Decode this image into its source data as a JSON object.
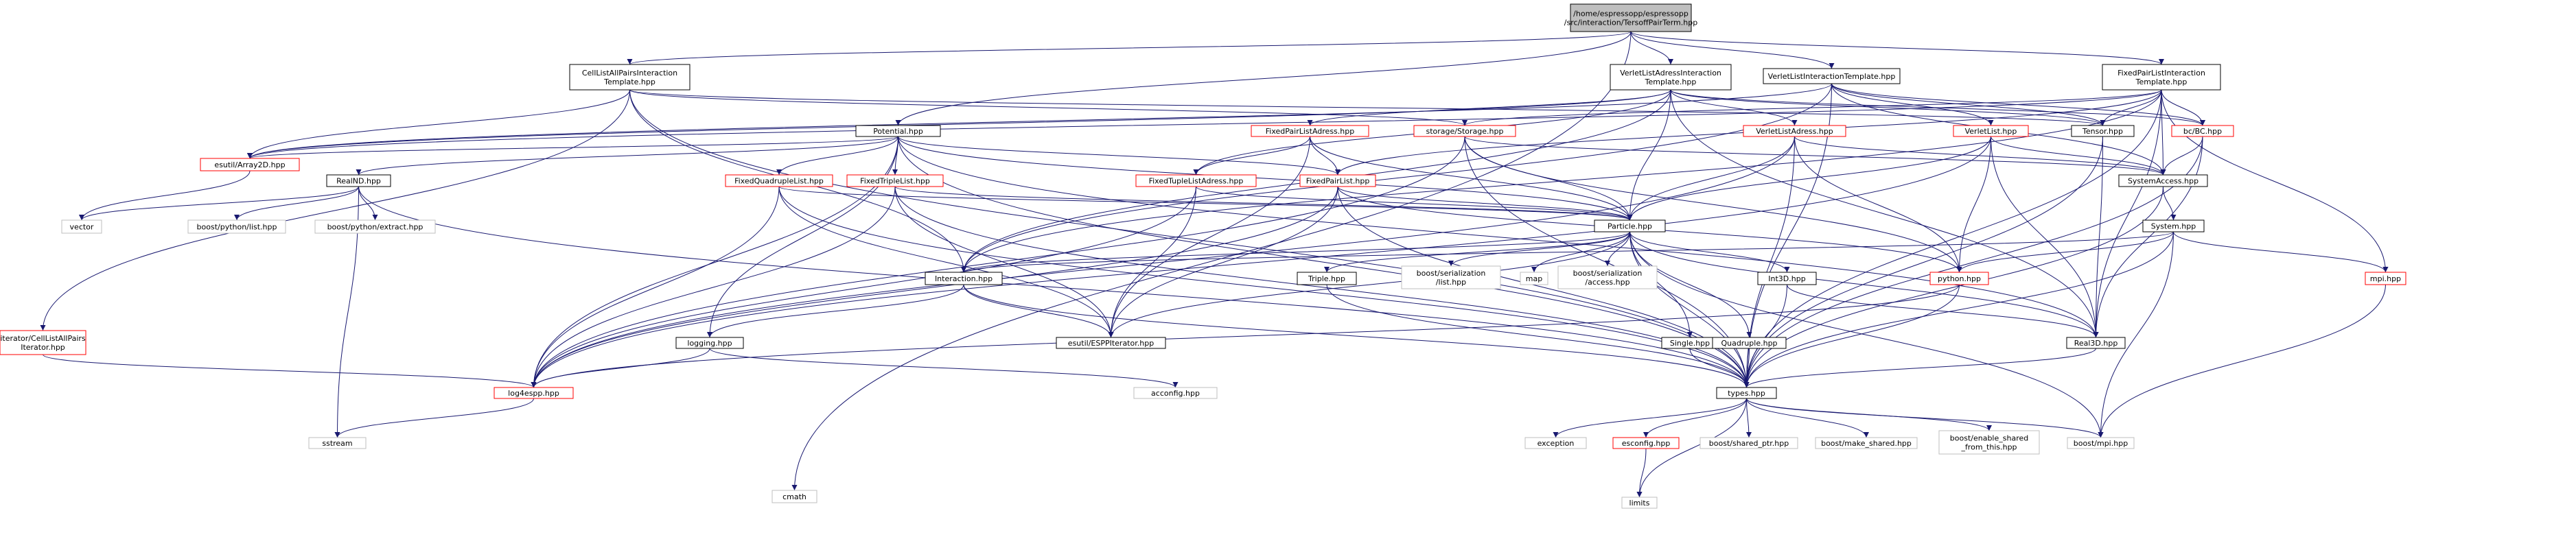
{
  "diagram": {
    "root": "/home/espressopp/espressopp/src/interaction/TersoffPairTerm.hpp",
    "colors": {
      "root_fill": "#bfbfbf",
      "node_fill": "#ffffff",
      "border_black": "#000000",
      "border_red": "#ff0000",
      "border_grey": "#bfbfbf",
      "edge": "#191970"
    },
    "nodes": [
      {
        "id": "root",
        "lines": [
          "/home/espressopp/espressopp",
          "/src/interaction/TersoffPairTerm.hpp"
        ],
        "style": "root"
      },
      {
        "id": "celllist",
        "lines": [
          "CellListAllPairsInteraction",
          "Template.hpp"
        ],
        "style": "black"
      },
      {
        "id": "vladress",
        "lines": [
          "VerletListAdressInteraction",
          "Template.hpp"
        ],
        "style": "black"
      },
      {
        "id": "vlinter",
        "lines": [
          "VerletListInteractionTemplate.hpp"
        ],
        "style": "black"
      },
      {
        "id": "fplinter",
        "lines": [
          "FixedPairListInteraction",
          "Template.hpp"
        ],
        "style": "black"
      },
      {
        "id": "potential",
        "lines": [
          "Potential.hpp"
        ],
        "style": "black"
      },
      {
        "id": "fpladress",
        "lines": [
          "FixedPairListAdress.hpp"
        ],
        "style": "red"
      },
      {
        "id": "storage",
        "lines": [
          "storage/Storage.hpp"
        ],
        "style": "red"
      },
      {
        "id": "vladresshpp",
        "lines": [
          "VerletListAdress.hpp"
        ],
        "style": "red"
      },
      {
        "id": "verletlist",
        "lines": [
          "VerletList.hpp"
        ],
        "style": "red"
      },
      {
        "id": "tensor",
        "lines": [
          "Tensor.hpp"
        ],
        "style": "black"
      },
      {
        "id": "bc",
        "lines": [
          "bc/BC.hpp"
        ],
        "style": "red"
      },
      {
        "id": "array2d",
        "lines": [
          "esutil/Array2D.hpp"
        ],
        "style": "red"
      },
      {
        "id": "realnd",
        "lines": [
          "RealND.hpp"
        ],
        "style": "black"
      },
      {
        "id": "fql",
        "lines": [
          "FixedQuadrupleList.hpp"
        ],
        "style": "red"
      },
      {
        "id": "ftl",
        "lines": [
          "FixedTripleList.hpp"
        ],
        "style": "red"
      },
      {
        "id": "ftla",
        "lines": [
          "FixedTupleListAdress.hpp"
        ],
        "style": "red"
      },
      {
        "id": "fpl",
        "lines": [
          "FixedPairList.hpp"
        ],
        "style": "red"
      },
      {
        "id": "sysaccess",
        "lines": [
          "SystemAccess.hpp"
        ],
        "style": "black"
      },
      {
        "id": "vector",
        "lines": [
          "vector"
        ],
        "style": "grey"
      },
      {
        "id": "bplist",
        "lines": [
          "boost/python/list.hpp"
        ],
        "style": "grey"
      },
      {
        "id": "bpextract",
        "lines": [
          "boost/python/extract.hpp"
        ],
        "style": "grey"
      },
      {
        "id": "particle",
        "lines": [
          "Particle.hpp"
        ],
        "style": "black"
      },
      {
        "id": "system",
        "lines": [
          "System.hpp"
        ],
        "style": "black"
      },
      {
        "id": "interaction",
        "lines": [
          "Interaction.hpp"
        ],
        "style": "black"
      },
      {
        "id": "triple",
        "lines": [
          "Triple.hpp"
        ],
        "style": "black"
      },
      {
        "id": "bslist",
        "lines": [
          "boost/serialization",
          "/list.hpp"
        ],
        "style": "grey"
      },
      {
        "id": "map",
        "lines": [
          "map"
        ],
        "style": "grey"
      },
      {
        "id": "bsaccess",
        "lines": [
          "boost/serialization",
          "/access.hpp"
        ],
        "style": "grey"
      },
      {
        "id": "int3d",
        "lines": [
          "Int3D.hpp"
        ],
        "style": "black"
      },
      {
        "id": "python",
        "lines": [
          "python.hpp"
        ],
        "style": "red"
      },
      {
        "id": "mpi",
        "lines": [
          "mpi.hpp"
        ],
        "style": "red"
      },
      {
        "id": "iterator",
        "lines": [
          "iterator/CellListAllPairs",
          "Iterator.hpp"
        ],
        "style": "red"
      },
      {
        "id": "logging",
        "lines": [
          "logging.hpp"
        ],
        "style": "black"
      },
      {
        "id": "esppiter",
        "lines": [
          "esutil/ESPPIterator.hpp"
        ],
        "style": "black"
      },
      {
        "id": "single",
        "lines": [
          "Single.hpp"
        ],
        "style": "black"
      },
      {
        "id": "quadruple",
        "lines": [
          "Quadruple.hpp"
        ],
        "style": "black"
      },
      {
        "id": "real3d",
        "lines": [
          "Real3D.hpp"
        ],
        "style": "black"
      },
      {
        "id": "log4espp",
        "lines": [
          "log4espp.hpp"
        ],
        "style": "red"
      },
      {
        "id": "acconfig",
        "lines": [
          "acconfig.hpp"
        ],
        "style": "grey"
      },
      {
        "id": "types",
        "lines": [
          "types.hpp"
        ],
        "style": "black"
      },
      {
        "id": "sstream",
        "lines": [
          "sstream"
        ],
        "style": "grey"
      },
      {
        "id": "exception",
        "lines": [
          "exception"
        ],
        "style": "grey"
      },
      {
        "id": "esconfig",
        "lines": [
          "esconfig.hpp"
        ],
        "style": "red"
      },
      {
        "id": "bshared",
        "lines": [
          "boost/shared_ptr.hpp"
        ],
        "style": "grey"
      },
      {
        "id": "bmake",
        "lines": [
          "boost/make_shared.hpp"
        ],
        "style": "grey"
      },
      {
        "id": "benable",
        "lines": [
          "boost/enable_shared",
          "_from_this.hpp"
        ],
        "style": "grey"
      },
      {
        "id": "bmpi",
        "lines": [
          "boost/mpi.hpp"
        ],
        "style": "grey"
      },
      {
        "id": "cmath",
        "lines": [
          "cmath"
        ],
        "style": "grey"
      },
      {
        "id": "limits",
        "lines": [
          "limits"
        ],
        "style": "grey"
      }
    ],
    "edges": [
      [
        "root",
        "celllist"
      ],
      [
        "root",
        "vladress"
      ],
      [
        "root",
        "vlinter"
      ],
      [
        "root",
        "fplinter"
      ],
      [
        "root",
        "potential"
      ],
      [
        "root",
        "cmath"
      ],
      [
        "celllist",
        "array2d"
      ],
      [
        "celllist",
        "storage"
      ],
      [
        "celllist",
        "iterator"
      ],
      [
        "celllist",
        "interaction"
      ],
      [
        "celllist",
        "tensor"
      ],
      [
        "celllist",
        "types"
      ],
      [
        "vladress",
        "array2d"
      ],
      [
        "vladress",
        "vladresshpp"
      ],
      [
        "vladress",
        "fpladress"
      ],
      [
        "vladress",
        "ftla"
      ],
      [
        "vladress",
        "tensor"
      ],
      [
        "vladress",
        "bc"
      ],
      [
        "vladress",
        "interaction"
      ],
      [
        "vladress",
        "particle"
      ],
      [
        "vladress",
        "real3d"
      ],
      [
        "vlinter",
        "verletlist"
      ],
      [
        "vlinter",
        "tensor"
      ],
      [
        "vlinter",
        "bc"
      ],
      [
        "vlinter",
        "interaction"
      ],
      [
        "vlinter",
        "array2d"
      ],
      [
        "vlinter",
        "sysaccess"
      ],
      [
        "vlinter",
        "types"
      ],
      [
        "fplinter",
        "fpl"
      ],
      [
        "fplinter",
        "tensor"
      ],
      [
        "fplinter",
        "bc"
      ],
      [
        "fplinter",
        "sysaccess"
      ],
      [
        "fplinter",
        "mpi"
      ],
      [
        "fplinter",
        "interaction"
      ],
      [
        "fplinter",
        "array2d"
      ],
      [
        "fplinter",
        "storage"
      ],
      [
        "fplinter",
        "types"
      ],
      [
        "fplinter",
        "real3d"
      ],
      [
        "potential",
        "array2d"
      ],
      [
        "potential",
        "realnd"
      ],
      [
        "potential",
        "fql"
      ],
      [
        "potential",
        "ftl"
      ],
      [
        "potential",
        "fpl"
      ],
      [
        "potential",
        "particle"
      ],
      [
        "potential",
        "logging"
      ],
      [
        "potential",
        "types"
      ],
      [
        "potential",
        "real3d"
      ],
      [
        "potential",
        "log4espp"
      ],
      [
        "fpladress",
        "ftla"
      ],
      [
        "fpladress",
        "fpl"
      ],
      [
        "fpladress",
        "particle"
      ],
      [
        "fpladress",
        "esppiter"
      ],
      [
        "storage",
        "log4espp"
      ],
      [
        "storage",
        "sysaccess"
      ],
      [
        "storage",
        "particle"
      ],
      [
        "storage",
        "python"
      ],
      [
        "storage",
        "types"
      ],
      [
        "vladresshpp",
        "particle"
      ],
      [
        "vladresshpp",
        "sysaccess"
      ],
      [
        "vladresshpp",
        "types"
      ],
      [
        "vladresshpp",
        "log4espp"
      ],
      [
        "vladresshpp",
        "python"
      ],
      [
        "verletlist",
        "particle"
      ],
      [
        "verletlist",
        "sysaccess"
      ],
      [
        "verletlist",
        "log4espp"
      ],
      [
        "verletlist",
        "python"
      ],
      [
        "verletlist",
        "real3d"
      ],
      [
        "tensor",
        "real3d"
      ],
      [
        "tensor",
        "types"
      ],
      [
        "bc",
        "sysaccess"
      ],
      [
        "bc",
        "real3d"
      ],
      [
        "bc",
        "types"
      ],
      [
        "array2d",
        "vector"
      ],
      [
        "realnd",
        "vector"
      ],
      [
        "realnd",
        "bplist"
      ],
      [
        "realnd",
        "bpextract"
      ],
      [
        "realnd",
        "types"
      ],
      [
        "realnd",
        "sstream"
      ],
      [
        "fql",
        "particle"
      ],
      [
        "fql",
        "esppiter"
      ],
      [
        "fql",
        "log4espp"
      ],
      [
        "fql",
        "types"
      ],
      [
        "ftl",
        "particle"
      ],
      [
        "ftl",
        "esppiter"
      ],
      [
        "ftl",
        "log4espp"
      ],
      [
        "ftl",
        "types"
      ],
      [
        "ftla",
        "particle"
      ],
      [
        "ftla",
        "esppiter"
      ],
      [
        "ftla",
        "log4espp"
      ],
      [
        "fpl",
        "particle"
      ],
      [
        "fpl",
        "esppiter"
      ],
      [
        "fpl",
        "log4espp"
      ],
      [
        "fpl",
        "types"
      ],
      [
        "fpl",
        "python"
      ],
      [
        "sysaccess",
        "system"
      ],
      [
        "sysaccess",
        "types"
      ],
      [
        "system",
        "python"
      ],
      [
        "system",
        "mpi"
      ],
      [
        "system",
        "types"
      ],
      [
        "system",
        "interaction"
      ],
      [
        "system",
        "bmpi"
      ],
      [
        "particle",
        "triple"
      ],
      [
        "particle",
        "bslist"
      ],
      [
        "particle",
        "map"
      ],
      [
        "particle",
        "bsaccess"
      ],
      [
        "particle",
        "int3d"
      ],
      [
        "particle",
        "single"
      ],
      [
        "particle",
        "quadruple"
      ],
      [
        "particle",
        "types"
      ],
      [
        "particle",
        "esppiter"
      ],
      [
        "particle",
        "real3d"
      ],
      [
        "particle",
        "bmpi"
      ],
      [
        "particle",
        "interaction"
      ],
      [
        "interaction",
        "logging"
      ],
      [
        "interaction",
        "esppiter"
      ],
      [
        "interaction",
        "types"
      ],
      [
        "triple",
        "types"
      ],
      [
        "int3d",
        "types"
      ],
      [
        "int3d",
        "real3d"
      ],
      [
        "python",
        "types"
      ],
      [
        "python",
        "log4espp"
      ],
      [
        "mpi",
        "bmpi"
      ],
      [
        "iterator",
        "log4espp"
      ],
      [
        "logging",
        "log4espp"
      ],
      [
        "logging",
        "acconfig"
      ],
      [
        "single",
        "types"
      ],
      [
        "quadruple",
        "types"
      ],
      [
        "real3d",
        "types"
      ],
      [
        "log4espp",
        "sstream"
      ],
      [
        "types",
        "exception"
      ],
      [
        "types",
        "esconfig"
      ],
      [
        "types",
        "bshared"
      ],
      [
        "types",
        "bmake"
      ],
      [
        "types",
        "benable"
      ],
      [
        "types",
        "bmpi"
      ],
      [
        "types",
        "limits"
      ],
      [
        "esconfig",
        "limits"
      ]
    ]
  }
}
